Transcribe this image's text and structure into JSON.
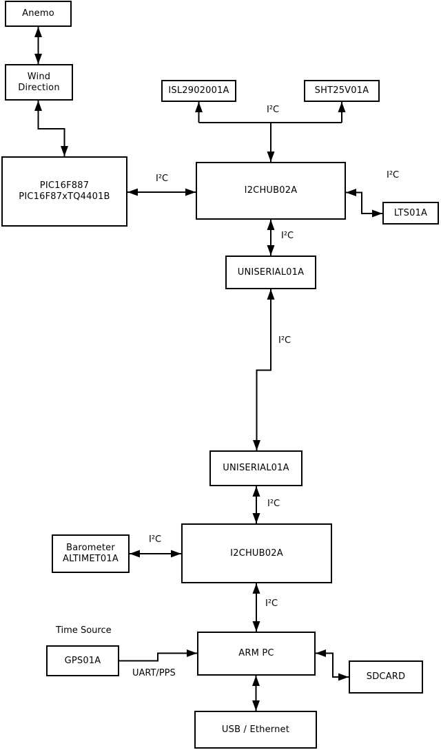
{
  "nodes": {
    "anemo": {
      "label": "Anemo"
    },
    "wind_direction": {
      "line1": "Wind",
      "line2": "Direction"
    },
    "pic": {
      "line1": "PIC16F887",
      "line2": "PIC16F87xTQ4401B"
    },
    "isl": {
      "label": "ISL2902001A"
    },
    "sht": {
      "label": "SHT25V01A"
    },
    "i2c_hub_top": {
      "label": "I2CHUB02A"
    },
    "lts": {
      "label": "LTS01A"
    },
    "uniserial_top": {
      "label": "UNISERIAL01A"
    },
    "uniserial_bottom": {
      "label": "UNISERIAL01A"
    },
    "i2c_hub_bottom": {
      "label": "I2CHUB02A"
    },
    "barometer": {
      "line1": "Barometer",
      "line2": "ALTIMET01A"
    },
    "gps": {
      "label": "GPS01A"
    },
    "arm_pc": {
      "label": "ARM PC"
    },
    "sdcard": {
      "label": "SDCARD"
    },
    "usb_ethernet": {
      "label": "USB / Ethernet"
    }
  },
  "labels": {
    "i2c": "I²C",
    "uart_pps": "UART/PPS",
    "time_source": "Time Source"
  },
  "colors": {
    "line": "#000000",
    "box_border": "#000000",
    "box_fill": "#ffffff",
    "background": "#ffffff",
    "text": "#000000"
  }
}
